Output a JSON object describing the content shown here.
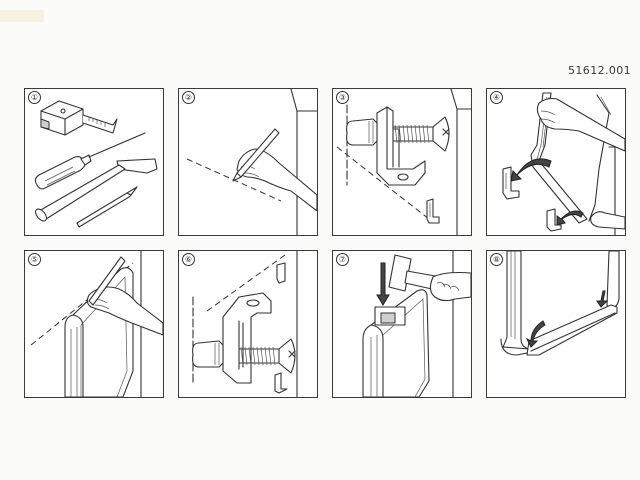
{
  "document": {
    "code": "51612.001",
    "type": "wall-mounting instruction sheet (whiteboard)"
  },
  "steps": [
    {
      "number": "①",
      "label": "1",
      "scene": "tools: tape measure, screwdriver, hammer, drill, pencil",
      "icons": [
        "tape-measure-icon",
        "screwdriver-icon",
        "hammer-icon",
        "drill-bit-icon",
        "pencil-icon"
      ]
    },
    {
      "number": "②",
      "label": "2",
      "scene": "mark a level line on the wall with pencil",
      "icons": [
        "hand-icon",
        "pencil-icon",
        "dashed-line"
      ]
    },
    {
      "number": "③",
      "label": "3",
      "scene": "fix bracket to wall with plug and screw",
      "icons": [
        "wall-plug-icon",
        "bracket-icon",
        "screw-icon"
      ]
    },
    {
      "number": "④",
      "label": "4",
      "scene": "hang board onto lower brackets",
      "icons": [
        "board-icon",
        "bracket-icon",
        "arrow-icon"
      ]
    },
    {
      "number": "⑤",
      "label": "5",
      "scene": "mark top bracket position along board edge",
      "icons": [
        "hand-icon",
        "pencil-icon",
        "board-icon"
      ]
    },
    {
      "number": "⑥",
      "label": "6",
      "scene": "fix top bracket with plug and screw",
      "icons": [
        "wall-plug-icon",
        "bracket-icon",
        "screw-icon"
      ]
    },
    {
      "number": "⑦",
      "label": "7",
      "scene": "tap top bracket down with hammer",
      "icons": [
        "hammer-icon",
        "arrow-down-icon",
        "board-icon"
      ]
    },
    {
      "number": "⑧",
      "label": "8",
      "scene": "attach marker tray to bottom of board",
      "icons": [
        "board-icon",
        "tray-icon",
        "arrow-icon"
      ]
    }
  ],
  "colors": {
    "paper": "#fbfbf9",
    "ink": "#333333",
    "panel": "#ffffff"
  }
}
